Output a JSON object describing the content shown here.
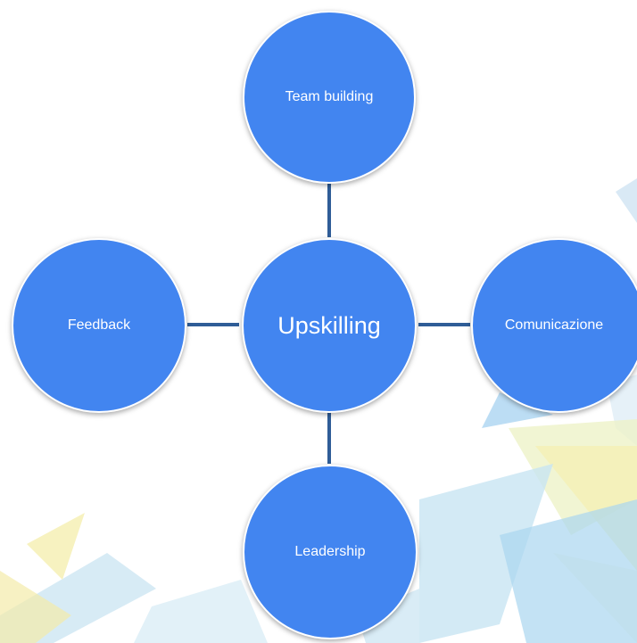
{
  "diagram": {
    "center": {
      "label": "Upskilling"
    },
    "satellites": [
      {
        "id": "top",
        "label": "Team building"
      },
      {
        "id": "left",
        "label": "Feedback"
      },
      {
        "id": "right",
        "label": "Comunicazione"
      },
      {
        "id": "bottom",
        "label": "Leadership"
      }
    ]
  },
  "colors": {
    "node_fill": "#4285f0",
    "node_border": "#ffffff",
    "connector": "#2f5d97",
    "text": "#ffffff"
  }
}
